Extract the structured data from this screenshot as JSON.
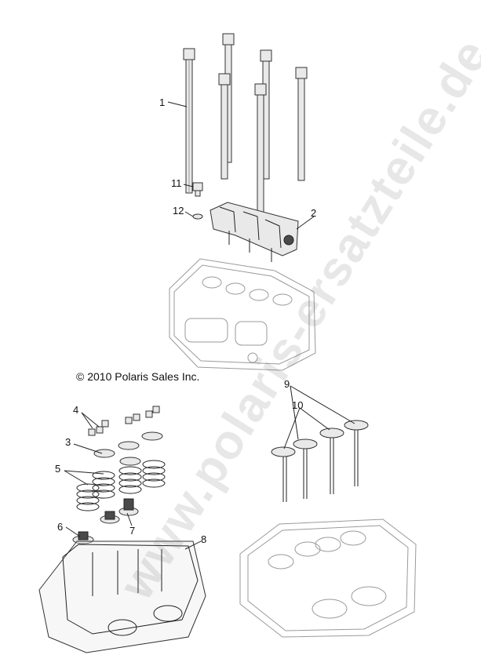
{
  "copyright": "© 2010 Polaris Sales Inc.",
  "watermark": "www.polaris-ersatzteile.de",
  "callouts": {
    "c1": "1",
    "c2": "2",
    "c3": "3",
    "c4": "4",
    "c5": "5",
    "c6": "6",
    "c7": "7",
    "c8": "8",
    "c9": "9",
    "c10": "10",
    "c11": "11",
    "c12": "12"
  }
}
